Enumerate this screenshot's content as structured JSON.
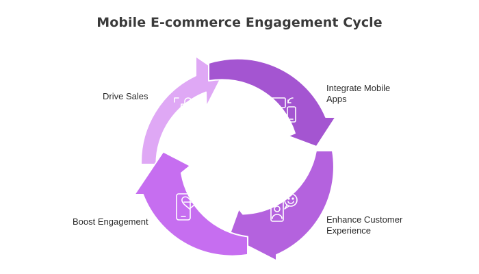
{
  "diagram": {
    "title": "Mobile E-commerce Engagement Cycle",
    "stages": [
      {
        "id": "drive-sales",
        "label": "Drive Sales",
        "icon": "shopping-bag-dollar-icon",
        "color": "#dfa8f5"
      },
      {
        "id": "integrate-apps",
        "label": "Integrate Mobile Apps",
        "icon": "desktop-mobile-sync-icon",
        "color": "#a455d1"
      },
      {
        "id": "enhance-cx",
        "label": "Enhance Customer Experience",
        "icon": "smiling-customer-chat-icon",
        "color": "#b462de"
      },
      {
        "id": "boost-engagement",
        "label": "Boost Engagement",
        "icon": "phone-heart-icon",
        "color": "#c66ef0"
      }
    ],
    "colors": {
      "title": "#3a3a3a",
      "label": "#2b2b2b",
      "icon_stroke": "#ffffff"
    }
  }
}
